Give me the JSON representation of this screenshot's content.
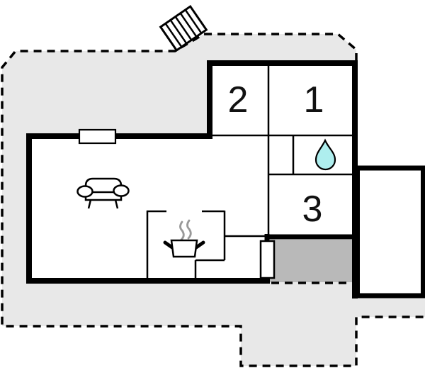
{
  "plan": {
    "name": "holiday-home-floor-plan",
    "rooms": [
      {
        "number": "1"
      },
      {
        "number": "2"
      },
      {
        "number": "3"
      }
    ],
    "icons": {
      "water_drop": "bathroom-water-drop",
      "sofa": "living-room-sofa",
      "stove": "kitchen-stove-pot",
      "stairs": "entrance-stairs"
    },
    "colors": {
      "plot_fill": "#e8e8e8",
      "terrace_fill": "#b9b9b9",
      "wall": "#000000",
      "water": "#aeeeee",
      "steam": "#999999",
      "room_fill": "#ffffff"
    }
  }
}
